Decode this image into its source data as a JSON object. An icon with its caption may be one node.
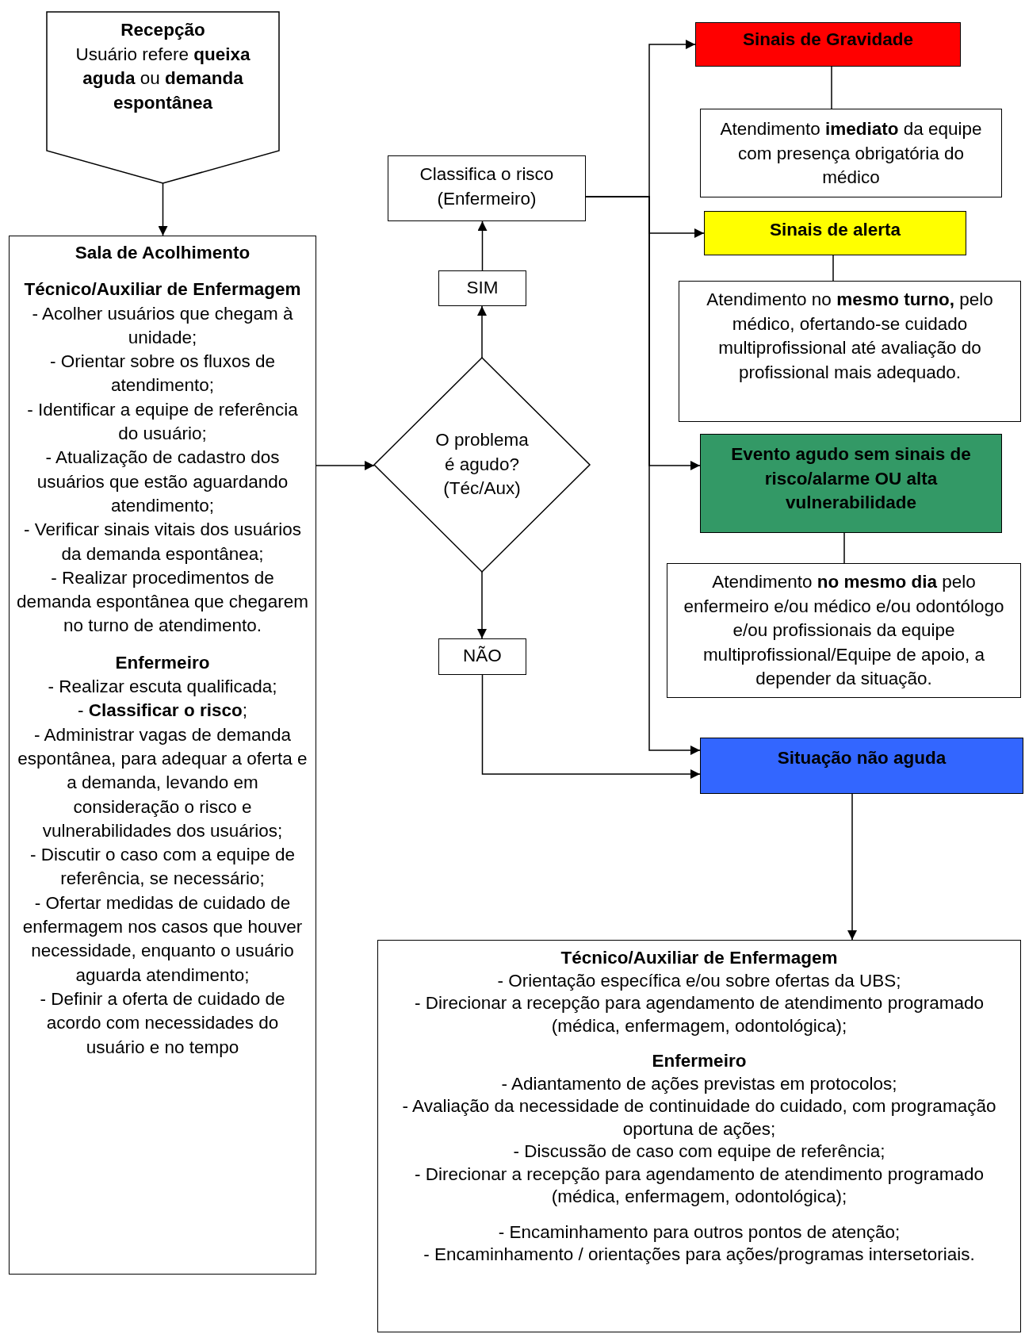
{
  "diagram": {
    "nodes": [
      {
        "text": [
          "Recepção",
          "Usuário refere **queixa aguda** ou **demanda espontânea**"
        ]
      },
      {
        "text": [
          "Sala de Acolhimento",
          "Técnico/Auxiliar de Enfermagem",
          "- Acolher usuários que chegam à unidade;",
          "- Orientar sobre os fluxos de atendimento;",
          "- Identificar a equipe de referência do usuário;",
          "- Atualização de cadastro dos usuários que estão aguardando atendimento;",
          "- Verificar sinais vitais dos usuários da demanda espontânea;",
          "- Realizar procedimentos de demanda espontânea que chegarem no turno de atendimento.",
          "Enfermeiro",
          "- Realizar escuta qualificada;",
          "- **Classificar o risco**;",
          "- Administrar vagas de demanda espontânea, para adequar a oferta e a demanda, levando em consideração o risco e vulnerabilidades dos usuários;",
          "- Discutir o caso com a equipe de referência, se necessário;",
          "- Ofertar medidas de cuidado de enfermagem nos casos que houver necessidade, enquanto o usuário aguarda atendimento;",
          "- Definir a oferta de cuidado de acordo com necessidades do usuário e no tempo"
        ]
      },
      {
        "text": [
          "Sinais de Gravidade"
        ]
      },
      {
        "text": [
          "Atendimento **imediato** da equipe com presença obrigatória do médico"
        ]
      },
      {
        "text": [
          "Classifica o risco (Enfermeiro)"
        ]
      },
      {
        "text": [
          "Sinais de alerta"
        ]
      },
      {
        "text": [
          "Atendimento no **mesmo turno,** pelo médico, ofertando-se cuidado multiprofissional até avaliação do profissional mais adequado."
        ]
      },
      {
        "text": [
          "SIM"
        ]
      },
      {
        "text": [
          "O problema é agudo? (Téc/Aux)"
        ]
      },
      {
        "text": [
          "Evento agudo sem sinais de risco/alarme OU alta vulnerabilidade"
        ]
      },
      {
        "text": [
          "Atendimento **no mesmo dia** pelo enfermeiro e/ou médico e/ou odontólogo e/ou profissionais da equipe multiprofissional/Equipe de apoio, a depender da situação."
        ]
      },
      {
        "text": [
          "NÃO"
        ]
      },
      {
        "text": [
          "Situação não aguda"
        ]
      },
      {
        "text": [
          "Técnico/Auxiliar de Enfermagem",
          "- Orientação específica e/ou sobre ofertas da UBS;",
          "- Direcionar a recepção para agendamento de atendimento programado (médica, enfermagem, odontológica);",
          "Enfermeiro",
          "- Adiantamento de ações previstas em protocolos;",
          "- Avaliação da necessidade de continuidade do cuidado, com programação oportuna de ações;",
          "- Discussão de caso com equipe de referência;",
          "- Direcionar a recepção para agendamento de atendimento programado (médica, enfermagem, odontológica);",
          "- Encaminhamento para outros pontos de atenção;",
          "- Encaminhamento / orientações para ações/programas intersetoriais."
        ]
      }
    ],
    "edges": [
      {
        "from": 0,
        "to": 1,
        "arrow": "to"
      },
      {
        "from": 1,
        "to": 8,
        "arrow": "to"
      },
      {
        "from": 8,
        "to": 7,
        "arrow": "to"
      },
      {
        "from": 7,
        "to": 4,
        "arrow": "to"
      },
      {
        "from": 8,
        "to": 11,
        "arrow": "to"
      },
      {
        "from": 11,
        "to": 12,
        "arrow": "to"
      },
      {
        "from": 4,
        "to": 2,
        "arrow": "to"
      },
      {
        "from": 4,
        "to": 5,
        "arrow": "to"
      },
      {
        "from": 4,
        "to": 9,
        "arrow": "to"
      },
      {
        "from": 4,
        "to": 12,
        "arrow": "to"
      },
      {
        "from": 2,
        "to": 3,
        "arrow": "none"
      },
      {
        "from": 5,
        "to": 6,
        "arrow": "none"
      },
      {
        "from": 9,
        "to": 10,
        "arrow": "none"
      },
      {
        "from": 12,
        "to": 13,
        "arrow": "to"
      }
    ]
  }
}
